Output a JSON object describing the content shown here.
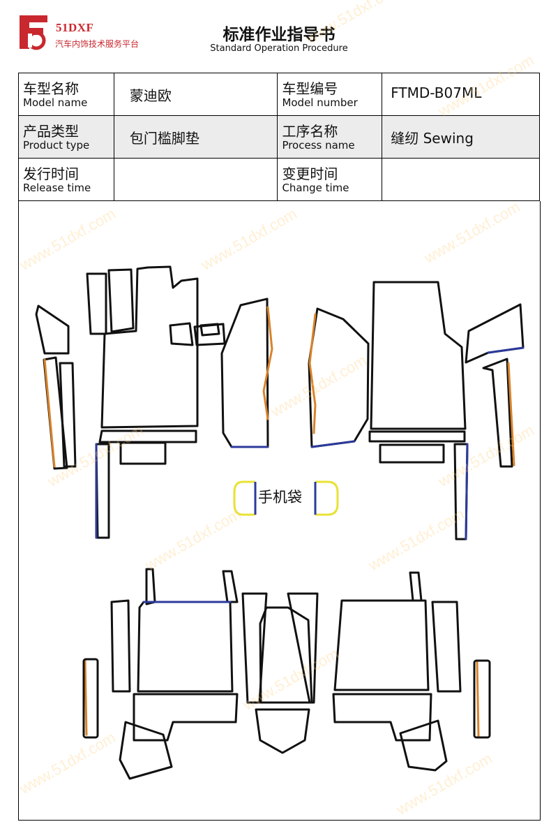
{
  "brand": {
    "name": "51DXF",
    "tagline": "汽车内饰技术服务平台",
    "color": "#c8282e"
  },
  "document": {
    "title": "标准作业指导书",
    "subtitle": "Standard Operation Procedure"
  },
  "info": {
    "model_name": {
      "cn": "车型名称",
      "en": "Model name",
      "value": "蒙迪欧"
    },
    "model_number": {
      "cn": "车型编号",
      "en": "Model number",
      "value": "FTMD-B07ML"
    },
    "product_type": {
      "cn": "产品类型",
      "en": "Product type",
      "value": "包门槛脚垫"
    },
    "process_name": {
      "cn": "工序名称",
      "en": "Process name",
      "value": "缝纫 Sewing"
    },
    "release_time": {
      "cn": "发行时间",
      "en": "Release time",
      "value": ""
    },
    "change_time": {
      "cn": "变更时间",
      "en": "Change time",
      "value": ""
    }
  },
  "diagram": {
    "pocket_label": "手机袋"
  },
  "watermark": "www.51dxf.com",
  "colors": {
    "outline": "#111111",
    "edge_blue": "#2c3a9c",
    "edge_orange": "#d9832a",
    "pocket_yellow": "#e8e235",
    "shaded_row": "#ececec"
  }
}
